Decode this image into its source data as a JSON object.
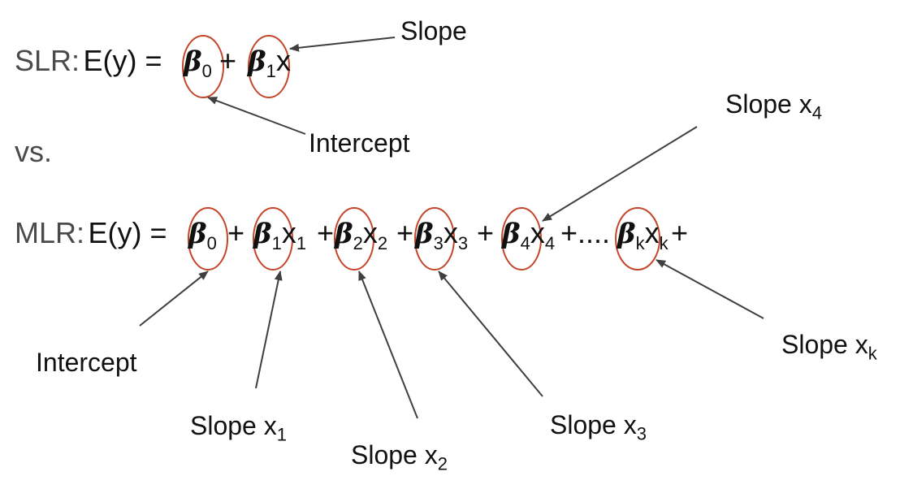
{
  "colors": {
    "ring": "#c4462a",
    "arrow": "#3f3f3f",
    "text": "#111111",
    "prefix": "#4a4a4a"
  },
  "slr": {
    "prefix": "SLR:",
    "lhs": "E(y) =",
    "beta": "β",
    "beta0_sub": "0",
    "plus": "+",
    "beta1_sub": "1",
    "x": "x"
  },
  "vs": "vs.",
  "mlr": {
    "prefix": "MLR:",
    "lhs": "E(y) =",
    "beta": "β",
    "x": "x",
    "plus": "+",
    "ellipsis": "+....",
    "trailing_plus": "+",
    "terms": [
      {
        "beta_sub": "0",
        "x_sub": ""
      },
      {
        "beta_sub": "1",
        "x_sub": "1"
      },
      {
        "beta_sub": "2",
        "x_sub": "2"
      },
      {
        "beta_sub": "3",
        "x_sub": "3"
      },
      {
        "beta_sub": "4",
        "x_sub": "4"
      },
      {
        "beta_sub": "k",
        "x_sub": "k"
      }
    ]
  },
  "labels": {
    "slr_slope": "Slope",
    "slr_intercept": "Intercept",
    "mlr_intercept": "Intercept",
    "slope_prefix": "Slope x",
    "slope_x1_sub": "1",
    "slope_x2_sub": "2",
    "slope_x3_sub": "3",
    "slope_x4_sub": "4",
    "slope_xk_sub": "k"
  }
}
